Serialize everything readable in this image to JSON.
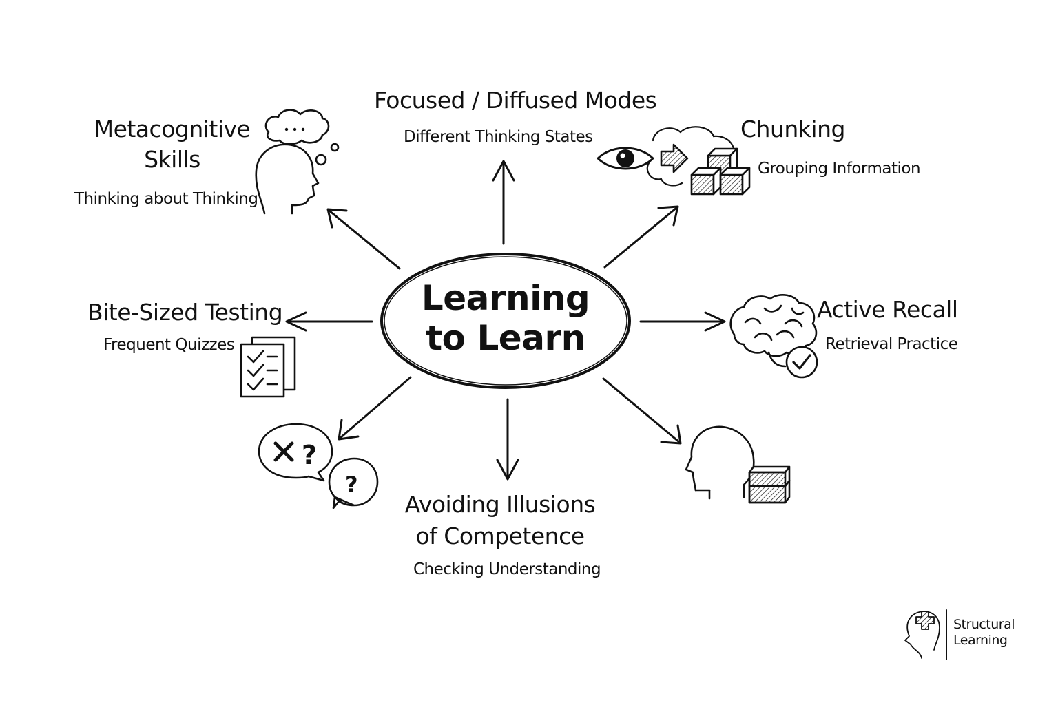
{
  "center": {
    "line1": "Learning",
    "line2": "to Learn"
  },
  "nodes": {
    "metacognitive": {
      "title_line1": "Metacognitive",
      "title_line2": "Skills",
      "subtitle": "Thinking about Thinking",
      "icon": "thinking-head-icon"
    },
    "focused": {
      "title": "Focused / Diffused Modes",
      "subtitle": "Different Thinking States"
    },
    "chunking": {
      "title": "Chunking",
      "subtitle": "Grouping Information",
      "icon": "eye-arrow-blocks-icon"
    },
    "bite_sized": {
      "title": "Bite-Sized Testing",
      "subtitle": "Frequent Quizzes",
      "icon": "checklist-icon"
    },
    "active_recall": {
      "title": "Active Recall",
      "subtitle": "Retrieval Practice",
      "icon": "brain-check-icon"
    },
    "illusions": {
      "title_line1": "Avoiding Illusions",
      "title_line2": "of Competence",
      "subtitle": "Checking Understanding",
      "icon": "question-bubbles-icon"
    },
    "interleaving": {
      "icon": "head-blocks-icon"
    }
  },
  "brand": {
    "line1": "Structural",
    "line2": "Learning",
    "icon": "brand-head-logo-icon"
  },
  "colors": {
    "ink": "#111111",
    "background": "#ffffff"
  }
}
